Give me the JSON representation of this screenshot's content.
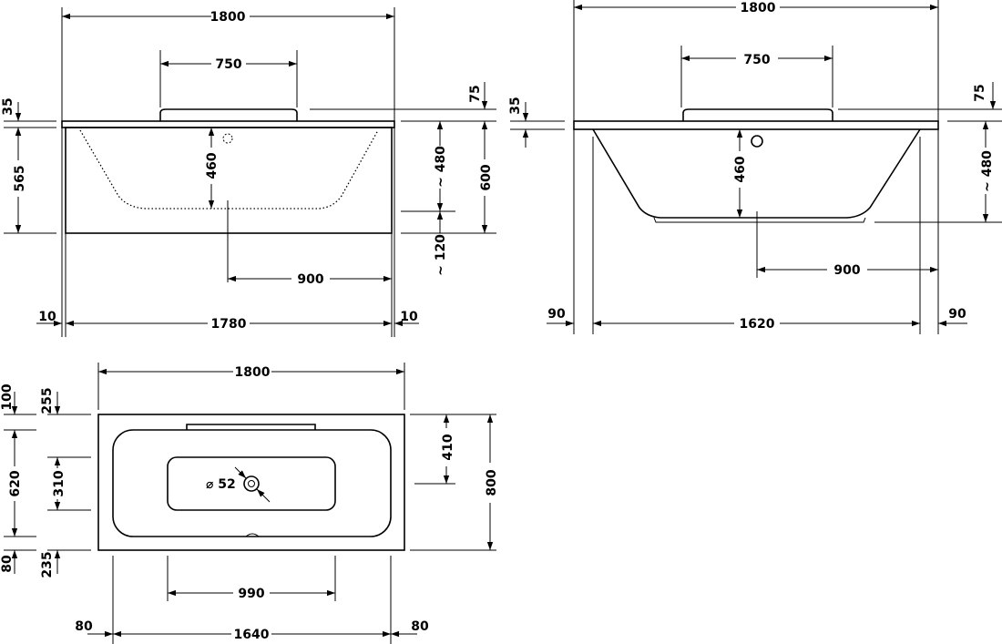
{
  "front_view": {
    "dim_1800": "1800",
    "dim_750": "750",
    "dim_35": "35",
    "dim_565": "565",
    "dim_460": "460",
    "dim_480": "~ 480",
    "dim_600": "600",
    "dim_75": "75",
    "dim_120": "~ 120",
    "dim_900": "900",
    "dim_10_left": "10",
    "dim_1780": "1780",
    "dim_10_right": "10"
  },
  "side_view": {
    "dim_1800": "1800",
    "dim_750": "750",
    "dim_75": "75",
    "dim_35": "35",
    "dim_460": "460",
    "dim_480": "~ 480",
    "dim_900": "900",
    "dim_90_left": "90",
    "dim_1620": "1620",
    "dim_90_right": "90"
  },
  "plan_view": {
    "dim_1800": "1800",
    "dim_100": "100",
    "dim_255": "255",
    "dim_620": "620",
    "dim_310": "310",
    "dim_80_left": "80",
    "dim_235": "235",
    "dim_410": "410",
    "dim_800": "800",
    "drain_diameter": "⌀ 52",
    "dim_990": "990",
    "dim_80_bottom_left": "80",
    "dim_1640": "1640",
    "dim_80_bottom_right": "80"
  }
}
